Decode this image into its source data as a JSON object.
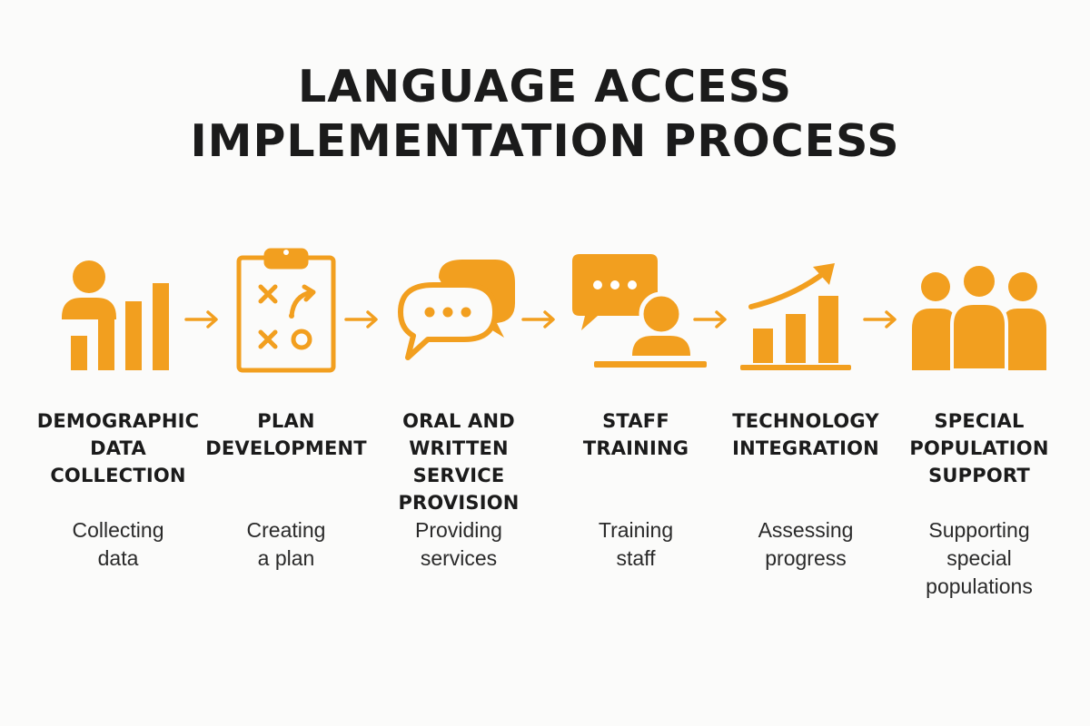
{
  "title_lines": [
    "LANGUAGE ACCESS",
    "IMPLEMENTATION PROCESS"
  ],
  "accent_color": "#F29F1F",
  "steps": [
    {
      "icon": "person-bar-chart-icon",
      "label_lines": [
        "DEMOGRAPHIC",
        "DATA",
        "COLLECTION"
      ],
      "desc_lines": [
        "Collecting",
        "data"
      ]
    },
    {
      "icon": "clipboard-strategy-icon",
      "label_lines": [
        "PLAN",
        "DEVELOPMENT"
      ],
      "desc_lines": [
        "Creating",
        "a plan"
      ]
    },
    {
      "icon": "speech-bubbles-icon",
      "label_lines": [
        "ORAL AND",
        "WRITTEN",
        "SERVICE",
        "PROVISION"
      ],
      "desc_lines": [
        "Providing",
        "services"
      ]
    },
    {
      "icon": "presenter-speech-icon",
      "label_lines": [
        "STAFF",
        "TRAINING"
      ],
      "desc_lines": [
        "Training",
        "staff"
      ]
    },
    {
      "icon": "growth-chart-icon",
      "label_lines": [
        "TECHNOLOGY",
        "INTEGRATION"
      ],
      "desc_lines": [
        "Assessing",
        "progress"
      ]
    },
    {
      "icon": "people-group-icon",
      "label_lines": [
        "SPECIAL",
        "POPULATION",
        "SUPPORT"
      ],
      "desc_lines": [
        "Supporting",
        "special",
        "populations"
      ]
    }
  ]
}
